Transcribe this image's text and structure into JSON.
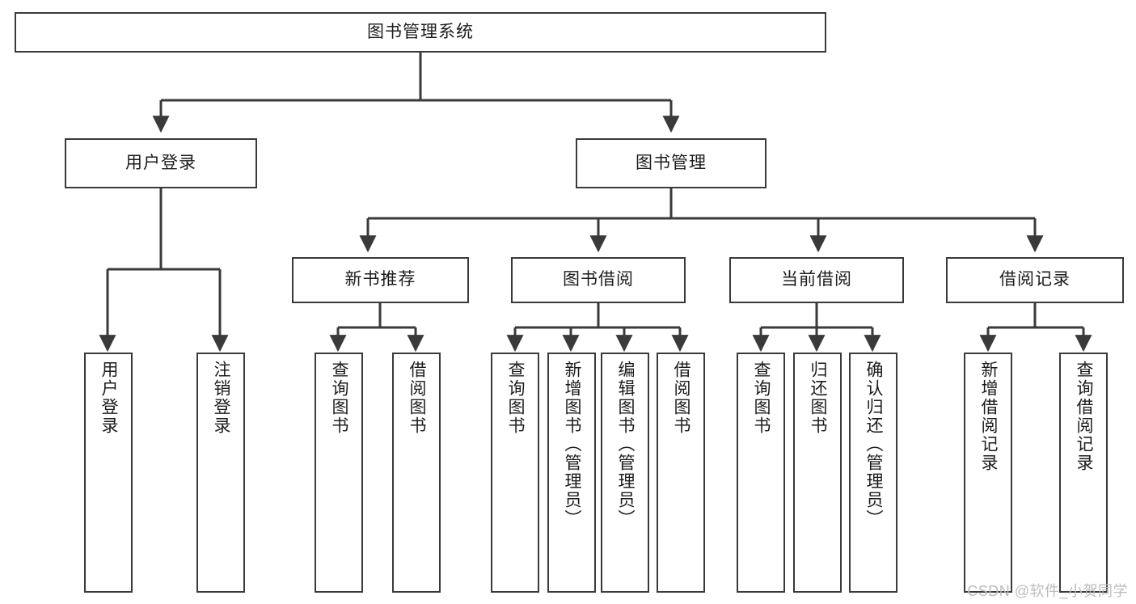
{
  "diagram": {
    "title": "图书管理系统",
    "type": "tree-hierarchy-chart",
    "watermark": "CSDN @软件_小贺同学",
    "colors": {
      "box_border": "#3a3a3a",
      "box_fill": "#ffffff",
      "connector": "#3a3a3a",
      "text": "#1c1c1c",
      "watermark": "#bcbcbc"
    },
    "nodes": {
      "root": {
        "label": "图书管理系统"
      },
      "level2": [
        {
          "label": "用户登录"
        },
        {
          "label": "图书管理"
        }
      ],
      "level3": [
        {
          "label": "新书推荐"
        },
        {
          "label": "图书借阅"
        },
        {
          "label": "当前借阅"
        },
        {
          "label": "借阅记录"
        }
      ],
      "leaves": {
        "user_login": [
          {
            "label": "用户登录"
          },
          {
            "label": "注销登录"
          }
        ],
        "new_book_recommend": [
          {
            "label": "查询图书"
          },
          {
            "label": "借阅图书"
          }
        ],
        "book_borrow": [
          {
            "label": "查询图书"
          },
          {
            "label": "新增图书（管理员）"
          },
          {
            "label": "编辑图书（管理员）"
          },
          {
            "label": "借阅图书"
          }
        ],
        "current_borrow": [
          {
            "label": "查询图书"
          },
          {
            "label": "归还图书"
          },
          {
            "label": "确认归还（管理员）"
          }
        ],
        "borrow_record": [
          {
            "label": "新增借阅记录"
          },
          {
            "label": "查询借阅记录"
          }
        ]
      }
    }
  }
}
